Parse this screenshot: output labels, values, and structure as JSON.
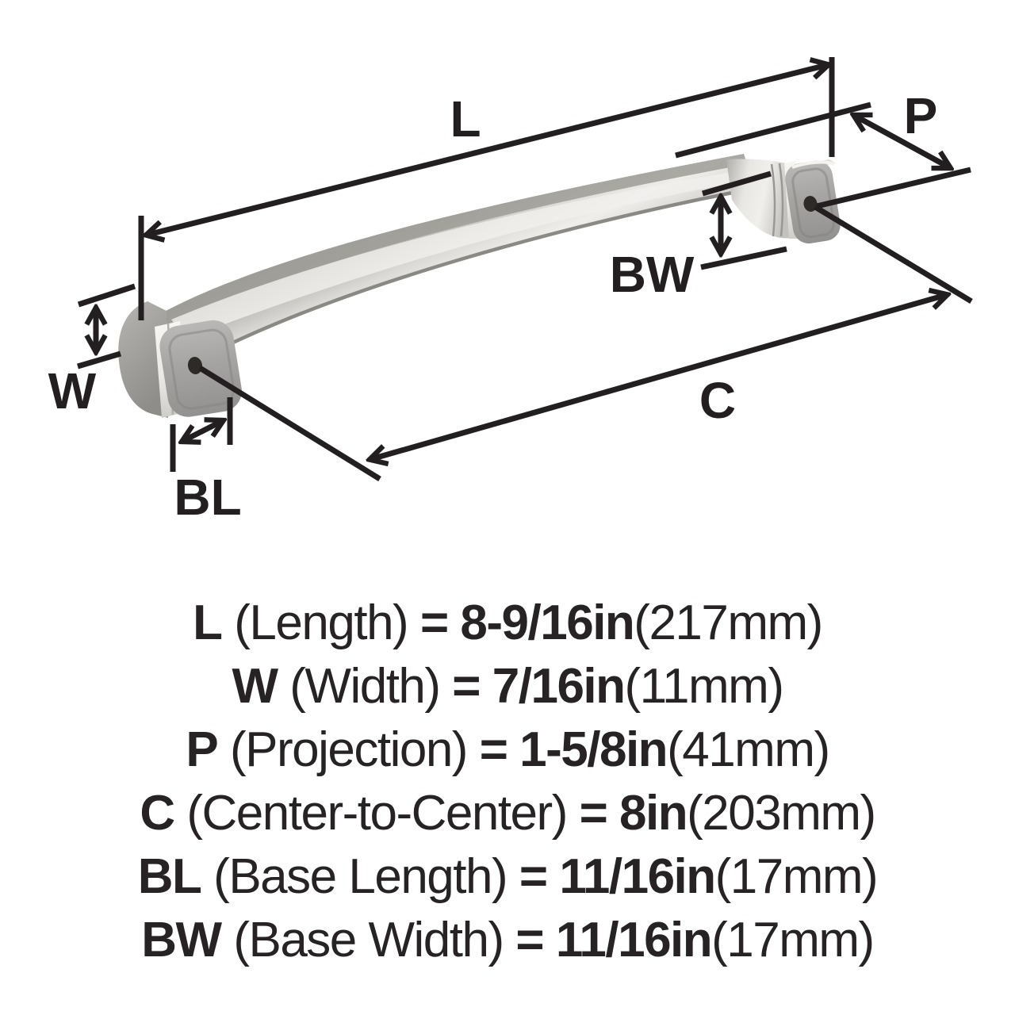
{
  "page": {
    "background_color": "#ffffff",
    "line_color": "#231f20",
    "text_color": "#272324"
  },
  "diagram": {
    "description": "3D rendered satin-nickel cabinet pull handle with dimension callouts",
    "labels": {
      "length": "L",
      "projection": "P",
      "base_width": "BW",
      "center_to_center": "C",
      "width": "W",
      "base_length": "BL"
    },
    "metal_colors": {
      "highlight": "#f1f0ed",
      "mid": "#d2d0cc",
      "shadow": "#8b8985",
      "base_face": "#a5a4a2",
      "hole": "#2d2a28"
    }
  },
  "legend": {
    "entries": [
      {
        "symbol": "L",
        "name": "(Length)",
        "equals": "=",
        "value": "8-9/16in",
        "metric": "(217mm)"
      },
      {
        "symbol": "W",
        "name": "(Width)",
        "equals": "=",
        "value": "7/16in",
        "metric": "(11mm)"
      },
      {
        "symbol": "P",
        "name": "(Projection)",
        "equals": "=",
        "value": "1-5/8in",
        "metric": "(41mm)"
      },
      {
        "symbol": "C",
        "name": "(Center-to-Center)",
        "equals": "=",
        "value": "8in",
        "metric": "(203mm)"
      },
      {
        "symbol": "BL",
        "name": "(Base Length)",
        "equals": "=",
        "value": "11/16in",
        "metric": "(17mm)"
      },
      {
        "symbol": "BW",
        "name": "(Base Width)",
        "equals": "=",
        "value": "11/16in",
        "metric": "(17mm)"
      }
    ]
  }
}
